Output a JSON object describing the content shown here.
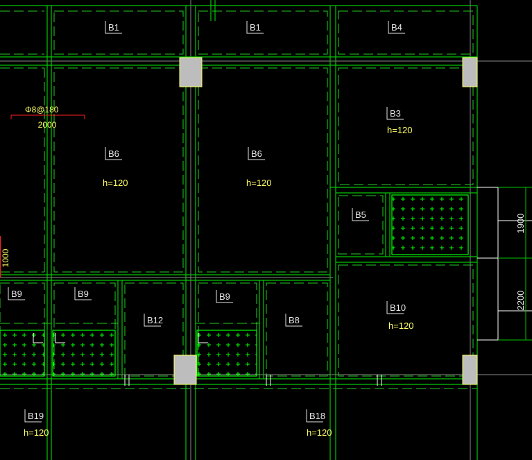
{
  "colors": {
    "background": "#000000",
    "beam": "#00c800",
    "beam_dashed": "#1fd11f",
    "axis": "#a0a0a0",
    "column": "#c0c0c0",
    "column_edge": "#ffff66",
    "text": "#e6e6e6",
    "height_text": "#ffff66",
    "rebar": "#ff2020",
    "hatch": "#00ff00"
  },
  "slabs": [
    {
      "id": "B1",
      "label": "B1"
    },
    {
      "id": "B1b",
      "label": "B1"
    },
    {
      "id": "B4",
      "label": "B4"
    },
    {
      "id": "B3",
      "label": "B3",
      "h": "h=120"
    },
    {
      "id": "B6",
      "label": "B6",
      "h": "h=120"
    },
    {
      "id": "B6b",
      "label": "B6",
      "h": "h=120"
    },
    {
      "id": "B5",
      "label": "B5"
    },
    {
      "id": "B9",
      "label": "B9"
    },
    {
      "id": "B9b",
      "label": "B9"
    },
    {
      "id": "B9c",
      "label": "B9"
    },
    {
      "id": "B12",
      "label": "B12"
    },
    {
      "id": "B8",
      "label": "B8"
    },
    {
      "id": "B10",
      "label": "B10",
      "h": "h=120"
    },
    {
      "id": "B19",
      "label": "B19",
      "h": "h=120"
    },
    {
      "id": "B18",
      "label": "B18",
      "h": "h=120"
    }
  ],
  "rebar": {
    "spec": "Φ8@180",
    "length": "2000"
  },
  "dimensions": {
    "left_vertical": "1000",
    "right_upper": "1900",
    "right_lower": "2200"
  }
}
